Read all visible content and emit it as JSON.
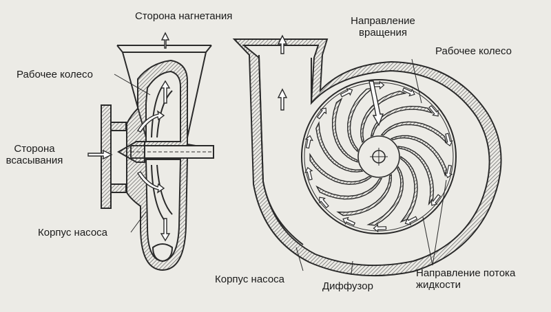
{
  "labels": {
    "discharge_side": "Сторона нагнетания",
    "impeller_left": "Рабочее колесо",
    "suction_side_1": "Сторона",
    "suction_side_2": "всасывания",
    "housing_left": "Корпус насоса",
    "rotation_dir_1": "Направление",
    "rotation_dir_2": "вращения",
    "impeller_right": "Рабочее колесо",
    "housing_right": "Корпус насоса",
    "diffuser": "Диффузор",
    "flow_dir_1": "Направление потока",
    "flow_dir_2": "жидкости"
  },
  "colors": {
    "background": "#ecebe6",
    "line": "#2a2a2a",
    "hatch": "#555555",
    "arrow_fill": "#ffffff"
  },
  "impeller": {
    "blade_count": 13
  }
}
